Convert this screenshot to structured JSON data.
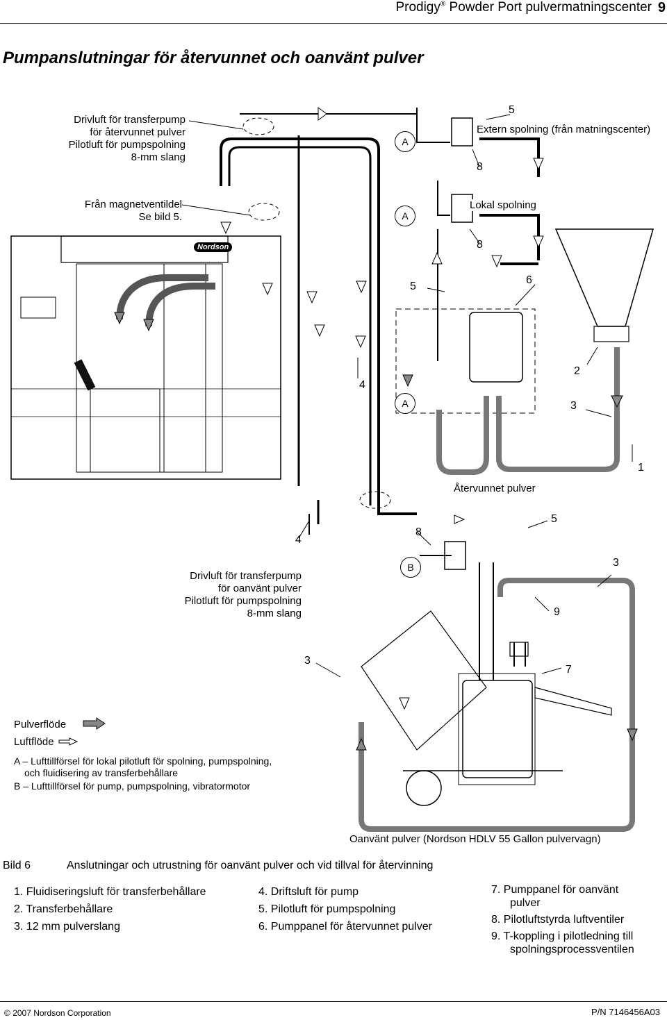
{
  "header": {
    "product": "Prodigy",
    "trademark": "®",
    "title_rest": "Powder Port pulvermatningscenter",
    "page": "9"
  },
  "section_title": "Pumpanslutningar för återvunnet och oanvänt pulver",
  "diagram": {
    "top_left_label": [
      "Drivluft för transferpump",
      "för återvunnet pulver",
      "Pilotluft för pumpspolning",
      "8-mm slang"
    ],
    "magnet_label": [
      "Från magnetventildel",
      "Se bild 5."
    ],
    "extern_spolning": "Extern spolning (från matningscenter)",
    "lokal_spolning": "Lokal spolning",
    "atervunnet": "Återvunnet pulver",
    "mid_left_label": [
      "Drivluft för transferpump",
      "för oanvänt pulver",
      "Pilotluft för pumpspolning",
      "8-mm slang"
    ],
    "brand": "Nordson",
    "circle_a": "A",
    "circle_b": "B",
    "numbers": {
      "n1": "1",
      "n2": "2",
      "n3": "3",
      "n4": "4",
      "n5": "5",
      "n6": "6",
      "n7": "7",
      "n8": "8",
      "n9": "9"
    },
    "oanvant": "Oanvänt pulver (Nordson HDLV 55 Gallon pulvervagn)"
  },
  "legend": {
    "pulverflode": "Pulverflöde",
    "luftflode": "Luftflöde",
    "a_line1": "A  –  Lufttillförsel för lokal pilotluft för spolning, pumpspolning,",
    "a_line2": "och fluidisering av transferbehållare",
    "b_line": "B  –  Lufttillförsel för pump, pumpspolning, vibratormotor"
  },
  "caption": {
    "label": "Bild 6",
    "text": "Anslutningar och utrustning för oanvänt pulver och vid tillval för återvinning"
  },
  "list": {
    "col1": [
      "1.  Fluidiseringsluft för transferbehållare",
      "2.  Transferbehållare",
      "3.  12 mm pulverslang"
    ],
    "col2": [
      "4.  Driftsluft för pump",
      "5.  Pilotluft för pumpspolning",
      "6.  Pumppanel för återvunnet pulver"
    ],
    "col3": [
      "7.  Pumppanel för oanvänt",
      "pulver",
      "8.  Pilotluftstyrda luftventiler",
      "9.  T-koppling i pilotledning till",
      "spolningsprocessventilen"
    ]
  },
  "footer": {
    "copyright_sign": "©",
    "copyright": "2007 Nordson Corporation",
    "pn": "P/N 7146456A03"
  }
}
